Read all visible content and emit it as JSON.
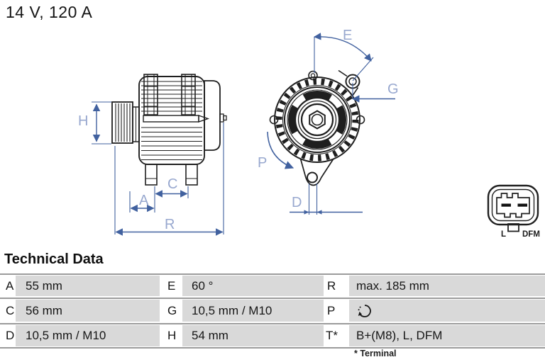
{
  "header": {
    "title": "14 V, 120 A"
  },
  "section": {
    "heading": "Technical Data",
    "footnote": "* Terminal"
  },
  "diagram": {
    "dimension_line_color": "#41619f",
    "dimension_label_color": "#98a8cf",
    "labels": {
      "H": "H",
      "A": "A",
      "C": "C",
      "R": "R",
      "E": "E",
      "G": "G",
      "P": "P",
      "D": "D"
    },
    "views": [
      "alternator-side-view",
      "alternator-front-view"
    ],
    "connector": {
      "icon": "2-pin-plug-connector-icon",
      "left_label": "L",
      "right_label": "DFM"
    }
  },
  "table": {
    "cell_bg_color": "#d9d9d9",
    "separator_color": "#9b9b9b",
    "rows": [
      [
        {
          "k": "A",
          "v": "55 mm"
        },
        {
          "k": "E",
          "v": "60 °"
        },
        {
          "k": "R",
          "v": "max. 185 mm"
        }
      ],
      [
        {
          "k": "C",
          "v": "56 mm"
        },
        {
          "k": "G",
          "v": "10,5 mm / M10"
        },
        {
          "k": "P",
          "icon": "rotation-direction-arrow"
        }
      ],
      [
        {
          "k": "D",
          "v": "10,5 mm / M10"
        },
        {
          "k": "H",
          "v": "54 mm"
        },
        {
          "k": "T*",
          "v": "B+(M8), L, DFM"
        }
      ]
    ]
  }
}
